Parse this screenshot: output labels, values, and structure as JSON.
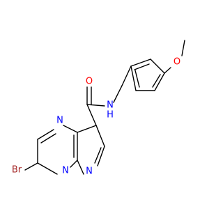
{
  "molecule": {
    "atoms": {
      "bromine": "Br",
      "pyrimidine_nitrogen": "N",
      "bridgehead_nitrogen": "N",
      "pyrazole_nitrogen": "N",
      "carbonyl_oxygen": "O",
      "amide_nitrogen": "N",
      "amide_hydrogen": "H",
      "ether_oxygen": "O"
    },
    "colors": {
      "bromine": "#A62929",
      "nitrogen": "#0000FF",
      "oxygen": "#FF0000",
      "bond": "#000000"
    }
  }
}
